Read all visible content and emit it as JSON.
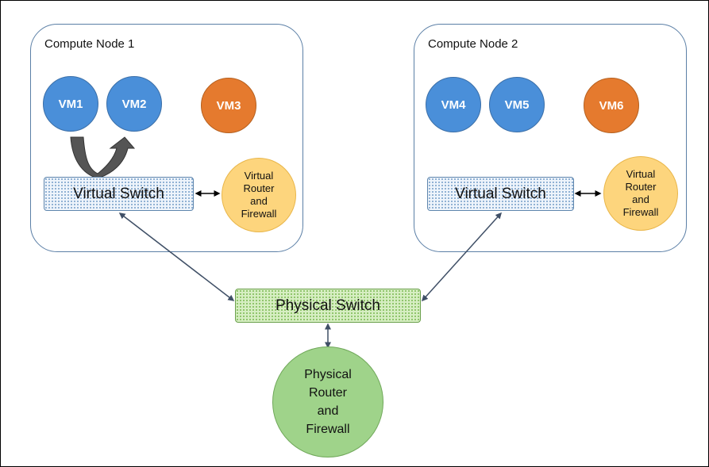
{
  "compute_node_1": {
    "label": "Compute Node 1",
    "vms": [
      {
        "label": "VM1",
        "color": "#4a8fd9"
      },
      {
        "label": "VM2",
        "color": "#4a8fd9"
      },
      {
        "label": "VM3",
        "color": "#e57a2e"
      }
    ],
    "virtual_switch": "Virtual Switch",
    "virtual_router": "Virtual\nRouter\nand\nFirewall"
  },
  "compute_node_2": {
    "label": "Compute Node 2",
    "vms": [
      {
        "label": "VM4",
        "color": "#4a8fd9"
      },
      {
        "label": "VM5",
        "color": "#4a8fd9"
      },
      {
        "label": "VM6",
        "color": "#e57a2e"
      }
    ],
    "virtual_switch": "Virtual Switch",
    "virtual_router": "Virtual\nRouter\nand\nFirewall"
  },
  "physical_switch": "Physical Switch",
  "physical_router": "Physical\nRouter\nand\nFirewall",
  "colors": {
    "node_border": "#5b7fa6",
    "vm_blue": "#4a8fd9",
    "vm_orange": "#e57a2e",
    "virtual_router_fill": "#fdd57d",
    "physical_switch_fill": "#d6eec2",
    "physical_router_fill": "#9fd38a",
    "link": "#3f4f66"
  }
}
